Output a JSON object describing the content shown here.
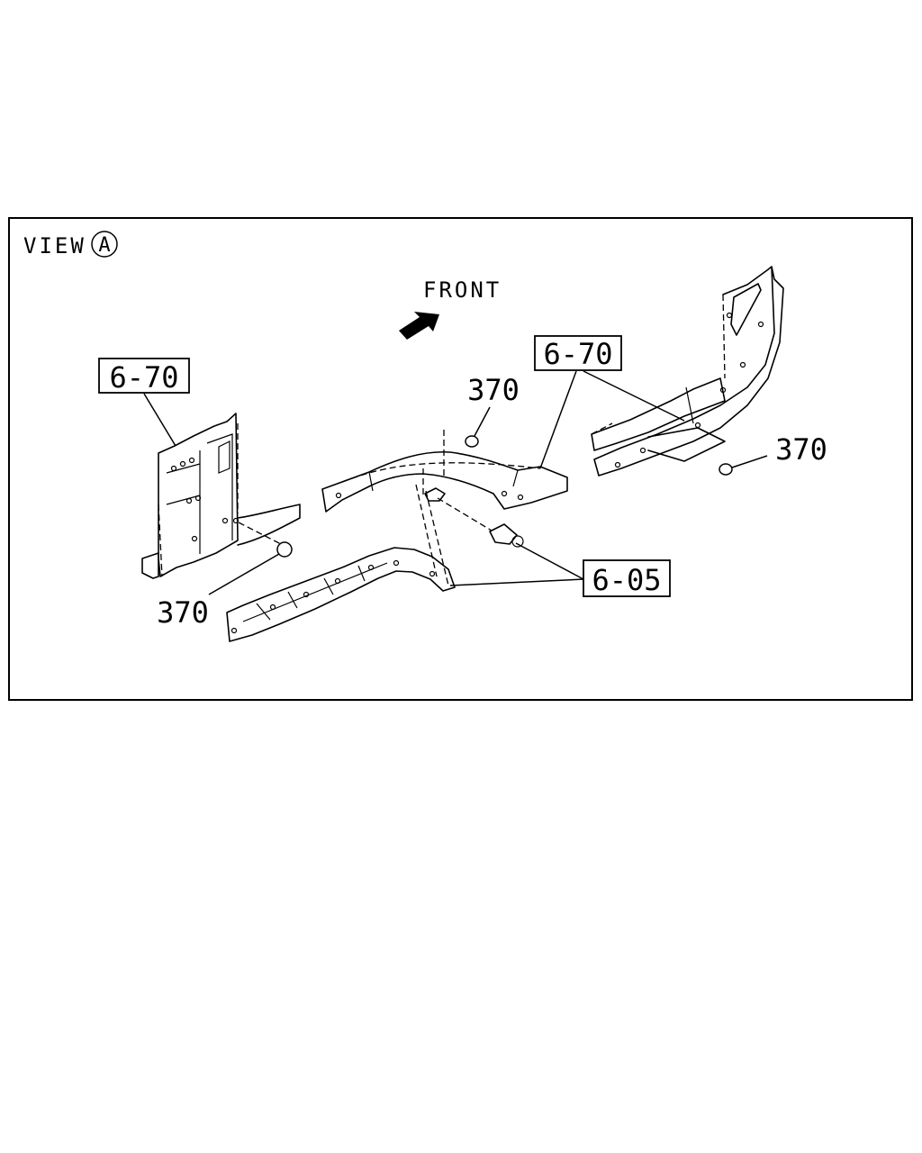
{
  "view": {
    "text": "VIEW",
    "circle_letter": "A"
  },
  "front_label": "FRONT",
  "refs": {
    "box_left": "6-70",
    "box_right": "6-70",
    "box_clip": "6-05",
    "grommet_center": "370",
    "grommet_right": "370",
    "grommet_left": "370"
  }
}
